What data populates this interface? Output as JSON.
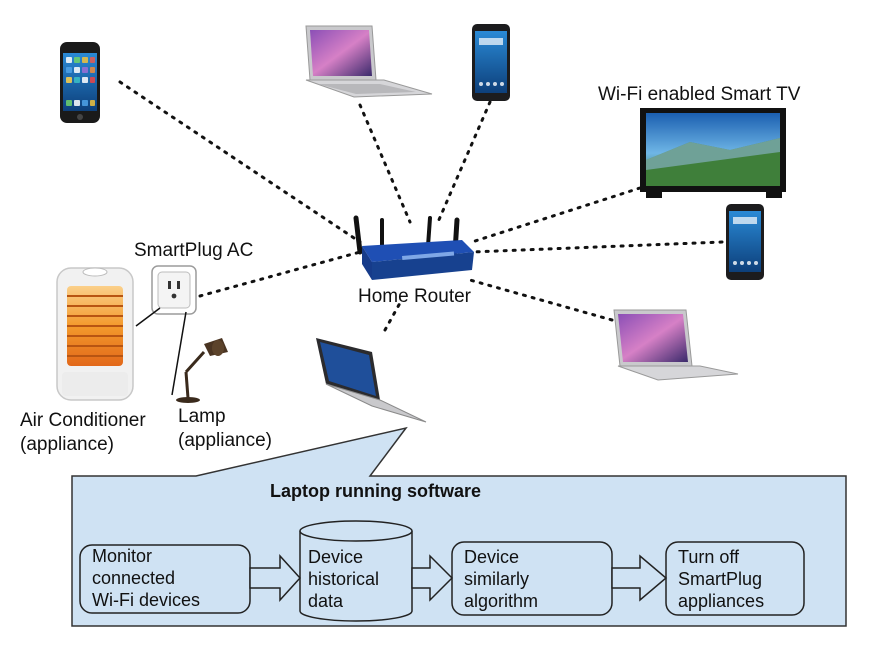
{
  "labels": {
    "smart_tv": "Wi-Fi enabled Smart TV",
    "smartplug": "SmartPlug AC",
    "home_router": "Home Router",
    "air_conditioner": "Air Conditioner",
    "air_conditioner_sub": "(appliance)",
    "lamp": "Lamp",
    "lamp_sub": "(appliance)"
  },
  "software": {
    "title": "Laptop running software",
    "steps": [
      {
        "lines": [
          "Monitor",
          "connected",
          "Wi-Fi devices"
        ]
      },
      {
        "lines": [
          "Device",
          "historical",
          "data"
        ]
      },
      {
        "lines": [
          "Device",
          "similarly",
          "algorithm"
        ]
      },
      {
        "lines": [
          "Turn off",
          "SmartPlug",
          "appliances"
        ]
      }
    ]
  },
  "colors": {
    "panel_fill": "#cfe2f3",
    "router_blue": "#1f4fb4",
    "heater_glow": "#f39a2c",
    "link_dots": "#111111"
  },
  "icons": [
    "iphone-icon",
    "laptop-icon",
    "android-phone-icon",
    "smart-tv-icon",
    "router-icon",
    "smartplug-icon",
    "heater-icon",
    "desk-lamp-icon"
  ]
}
